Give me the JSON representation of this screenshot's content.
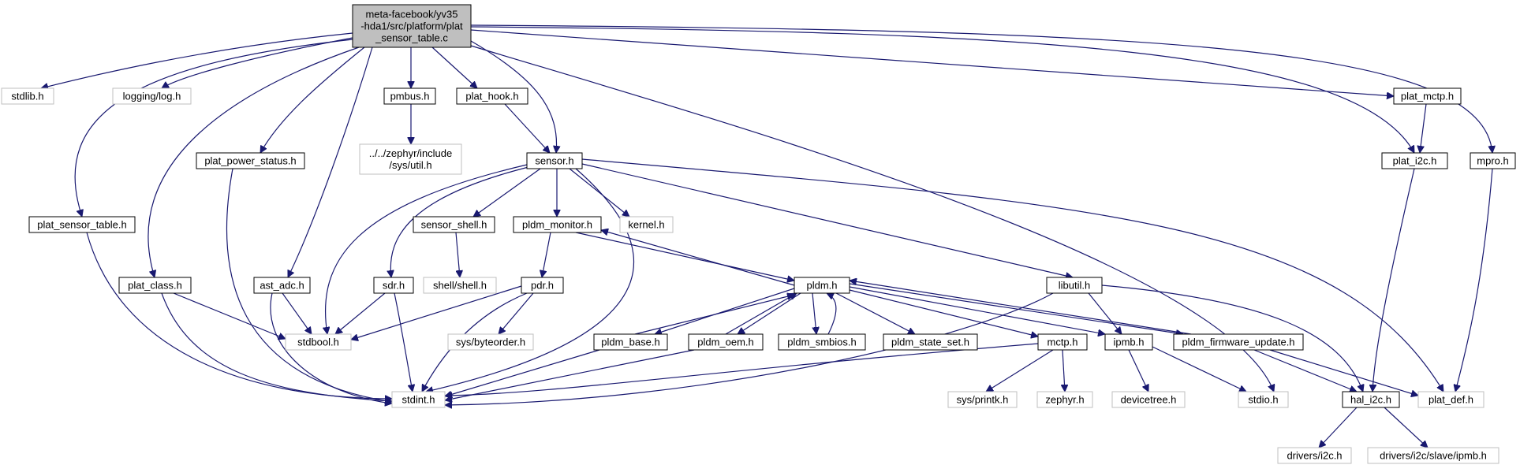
{
  "graph": {
    "root": "meta-facebook/yv35-hda1/src/platform/plat_sensor_table.c",
    "nodes": [
      {
        "id": "root",
        "lines": [
          "meta-facebook/yv35",
          "-hda1/src/platform/plat",
          "_sensor_table.c"
        ],
        "kind": "root"
      },
      {
        "id": "stdlib_h",
        "lines": [
          "stdlib.h"
        ],
        "kind": "ext"
      },
      {
        "id": "logging_log_h",
        "lines": [
          "logging/log.h"
        ],
        "kind": "ext"
      },
      {
        "id": "plat_sensor_table_h",
        "lines": [
          "plat_sensor_table.h"
        ],
        "kind": "local"
      },
      {
        "id": "plat_class_h",
        "lines": [
          "plat_class.h"
        ],
        "kind": "local"
      },
      {
        "id": "plat_power_status_h",
        "lines": [
          "plat_power_status.h"
        ],
        "kind": "local"
      },
      {
        "id": "ast_adc_h",
        "lines": [
          "ast_adc.h"
        ],
        "kind": "local"
      },
      {
        "id": "pmbus_h",
        "lines": [
          "pmbus.h"
        ],
        "kind": "local"
      },
      {
        "id": "zephyr_util_h",
        "lines": [
          "../../zephyr/include",
          "/sys/util.h"
        ],
        "kind": "ext"
      },
      {
        "id": "plat_hook_h",
        "lines": [
          "plat_hook.h"
        ],
        "kind": "local"
      },
      {
        "id": "sensor_h",
        "lines": [
          "sensor.h"
        ],
        "kind": "local"
      },
      {
        "id": "sensor_shell_h",
        "lines": [
          "sensor_shell.h"
        ],
        "kind": "local"
      },
      {
        "id": "shell_h",
        "lines": [
          "shell/shell.h"
        ],
        "kind": "ext"
      },
      {
        "id": "pldm_monitor_h",
        "lines": [
          "pldm_monitor.h"
        ],
        "kind": "local"
      },
      {
        "id": "kernel_h",
        "lines": [
          "kernel.h"
        ],
        "kind": "ext"
      },
      {
        "id": "sdr_h",
        "lines": [
          "sdr.h"
        ],
        "kind": "local"
      },
      {
        "id": "pdr_h",
        "lines": [
          "pdr.h"
        ],
        "kind": "local"
      },
      {
        "id": "byteorder_h",
        "lines": [
          "sys/byteorder.h"
        ],
        "kind": "ext"
      },
      {
        "id": "stdbool_h",
        "lines": [
          "stdbool.h"
        ],
        "kind": "ext"
      },
      {
        "id": "stdint_h",
        "lines": [
          "stdint.h"
        ],
        "kind": "ext"
      },
      {
        "id": "pldm_h",
        "lines": [
          "pldm.h"
        ],
        "kind": "local"
      },
      {
        "id": "pldm_base_h",
        "lines": [
          "pldm_base.h"
        ],
        "kind": "local"
      },
      {
        "id": "pldm_oem_h",
        "lines": [
          "pldm_oem.h"
        ],
        "kind": "local"
      },
      {
        "id": "pldm_smbios_h",
        "lines": [
          "pldm_smbios.h"
        ],
        "kind": "local"
      },
      {
        "id": "pldm_state_set_h",
        "lines": [
          "pldm_state_set.h"
        ],
        "kind": "local"
      },
      {
        "id": "mctp_h",
        "lines": [
          "mctp.h"
        ],
        "kind": "local"
      },
      {
        "id": "printk_h",
        "lines": [
          "sys/printk.h"
        ],
        "kind": "ext"
      },
      {
        "id": "zephyr_h",
        "lines": [
          "zephyr.h"
        ],
        "kind": "ext"
      },
      {
        "id": "ipmb_h",
        "lines": [
          "ipmb.h"
        ],
        "kind": "local"
      },
      {
        "id": "devicetree_h",
        "lines": [
          "devicetree.h"
        ],
        "kind": "ext"
      },
      {
        "id": "libutil_h",
        "lines": [
          "libutil.h"
        ],
        "kind": "local"
      },
      {
        "id": "pldm_firmware_update_h",
        "lines": [
          "pldm_firmware_update.h"
        ],
        "kind": "local"
      },
      {
        "id": "stdio_h",
        "lines": [
          "stdio.h"
        ],
        "kind": "ext"
      },
      {
        "id": "hal_i2c_h",
        "lines": [
          "hal_i2c.h"
        ],
        "kind": "local"
      },
      {
        "id": "drivers_i2c_h",
        "lines": [
          "drivers/i2c.h"
        ],
        "kind": "ext"
      },
      {
        "id": "drivers_ipmb_h",
        "lines": [
          "drivers/i2c/slave/ipmb.h"
        ],
        "kind": "ext"
      },
      {
        "id": "plat_def_h",
        "lines": [
          "plat_def.h"
        ],
        "kind": "ext"
      },
      {
        "id": "plat_mctp_h",
        "lines": [
          "plat_mctp.h"
        ],
        "kind": "local"
      },
      {
        "id": "plat_i2c_h",
        "lines": [
          "plat_i2c.h"
        ],
        "kind": "local"
      },
      {
        "id": "mpro_h",
        "lines": [
          "mpro.h"
        ],
        "kind": "local"
      }
    ],
    "edges": [
      {
        "from": "root",
        "to": "stdlib_h"
      },
      {
        "from": "root",
        "to": "logging_log_h"
      },
      {
        "from": "root",
        "to": "plat_sensor_table_h"
      },
      {
        "from": "root",
        "to": "plat_class_h"
      },
      {
        "from": "root",
        "to": "plat_power_status_h"
      },
      {
        "from": "root",
        "to": "ast_adc_h"
      },
      {
        "from": "root",
        "to": "pmbus_h"
      },
      {
        "from": "root",
        "to": "plat_hook_h"
      },
      {
        "from": "root",
        "to": "sensor_h"
      },
      {
        "from": "root",
        "to": "stdio_h"
      },
      {
        "from": "root",
        "to": "plat_mctp_h"
      },
      {
        "from": "root",
        "to": "plat_i2c_h"
      },
      {
        "from": "root",
        "to": "mpro_h"
      },
      {
        "from": "pmbus_h",
        "to": "zephyr_util_h"
      },
      {
        "from": "plat_hook_h",
        "to": "sensor_h"
      },
      {
        "from": "plat_sensor_table_h",
        "to": "stdint_h"
      },
      {
        "from": "plat_class_h",
        "to": "stdbool_h"
      },
      {
        "from": "plat_class_h",
        "to": "stdint_h"
      },
      {
        "from": "plat_power_status_h",
        "to": "stdint_h"
      },
      {
        "from": "ast_adc_h",
        "to": "stdbool_h"
      },
      {
        "from": "ast_adc_h",
        "to": "stdint_h"
      },
      {
        "from": "sensor_h",
        "to": "stdbool_h"
      },
      {
        "from": "sensor_h",
        "to": "sdr_h"
      },
      {
        "from": "sensor_h",
        "to": "sensor_shell_h"
      },
      {
        "from": "sensor_h",
        "to": "pldm_monitor_h"
      },
      {
        "from": "sensor_h",
        "to": "kernel_h"
      },
      {
        "from": "sensor_h",
        "to": "stdint_h"
      },
      {
        "from": "sensor_h",
        "to": "libutil_h"
      },
      {
        "from": "sensor_h",
        "to": "plat_def_h"
      },
      {
        "from": "sensor_shell_h",
        "to": "shell_h"
      },
      {
        "from": "sdr_h",
        "to": "stdbool_h"
      },
      {
        "from": "sdr_h",
        "to": "stdint_h"
      },
      {
        "from": "pldm_monitor_h",
        "to": "pdr_h"
      },
      {
        "from": "pldm_monitor_h",
        "to": "pldm_h"
      },
      {
        "from": "pdr_h",
        "to": "stdbool_h"
      },
      {
        "from": "pdr_h",
        "to": "byteorder_h"
      },
      {
        "from": "pdr_h",
        "to": "stdint_h"
      },
      {
        "from": "pldm_h",
        "to": "pldm_monitor_h"
      },
      {
        "from": "pldm_h",
        "to": "pldm_base_h"
      },
      {
        "from": "pldm_h",
        "to": "pldm_oem_h"
      },
      {
        "from": "pldm_h",
        "to": "pldm_smbios_h"
      },
      {
        "from": "pldm_h",
        "to": "pldm_state_set_h"
      },
      {
        "from": "pldm_h",
        "to": "mctp_h"
      },
      {
        "from": "pldm_h",
        "to": "ipmb_h"
      },
      {
        "from": "pldm_h",
        "to": "pldm_firmware_update_h"
      },
      {
        "from": "pldm_base_h",
        "to": "pldm_h"
      },
      {
        "from": "pldm_base_h",
        "to": "stdint_h"
      },
      {
        "from": "pldm_oem_h",
        "to": "pldm_h"
      },
      {
        "from": "pldm_oem_h",
        "to": "stdint_h"
      },
      {
        "from": "pldm_smbios_h",
        "to": "pldm_h"
      },
      {
        "from": "pldm_firmware_update_h",
        "to": "pldm_h"
      },
      {
        "from": "pldm_firmware_update_h",
        "to": "hal_i2c_h"
      },
      {
        "from": "pldm_firmware_update_h",
        "to": "plat_def_h"
      },
      {
        "from": "mctp_h",
        "to": "stdint_h"
      },
      {
        "from": "mctp_h",
        "to": "printk_h"
      },
      {
        "from": "mctp_h",
        "to": "zephyr_h"
      },
      {
        "from": "libutil_h",
        "to": "stdint_h"
      },
      {
        "from": "libutil_h",
        "to": "ipmb_h"
      },
      {
        "from": "libutil_h",
        "to": "hal_i2c_h"
      },
      {
        "from": "ipmb_h",
        "to": "devicetree_h"
      },
      {
        "from": "ipmb_h",
        "to": "stdio_h"
      },
      {
        "from": "hal_i2c_h",
        "to": "drivers_i2c_h"
      },
      {
        "from": "hal_i2c_h",
        "to": "drivers_ipmb_h"
      },
      {
        "from": "plat_mctp_h",
        "to": "plat_i2c_h"
      },
      {
        "from": "plat_i2c_h",
        "to": "hal_i2c_h"
      },
      {
        "from": "mpro_h",
        "to": "plat_def_h"
      }
    ]
  }
}
